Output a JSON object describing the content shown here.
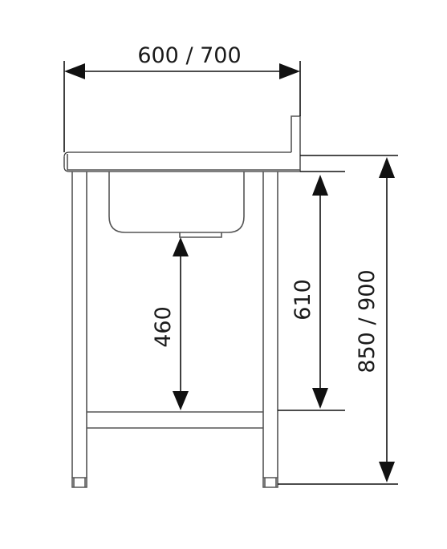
{
  "dimensions": {
    "width_label": "600 / 700",
    "sink_clearance_label": "460",
    "shelf_to_top_label": "610",
    "total_height_label": "850 / 900"
  },
  "colors": {
    "line": "#555555",
    "dimension": "#111111",
    "background": "#ffffff"
  }
}
